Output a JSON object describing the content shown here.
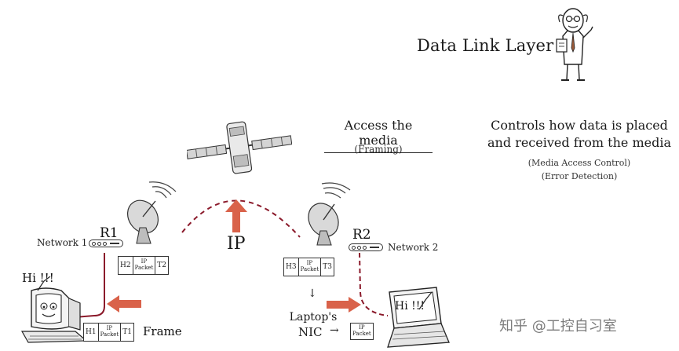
{
  "header": {
    "title": "Data Link Layer"
  },
  "access": {
    "heading": "Access the media",
    "sub": "(Framing)"
  },
  "controls": {
    "line1": "Controls how data is placed",
    "line2": "and received from the media",
    "note1": "(Media Access Control)",
    "note2": "(Error Detection)"
  },
  "center": {
    "ip_label": "IP"
  },
  "left": {
    "router_label": "R1",
    "network_label": "Network 1",
    "speech": "Hi !!!",
    "frame_top": {
      "h": "H2",
      "ip1": "IP",
      "ip2": "Packet",
      "t": "T2"
    },
    "frame_bottom": {
      "h": "H1",
      "ip1": "IP",
      "ip2": "Packet",
      "t": "T1"
    },
    "frame_label": "Frame"
  },
  "right": {
    "router_label": "R2",
    "network_label": "Network 2",
    "speech": "Hi !!!",
    "frame_top": {
      "h": "H3",
      "ip1": "IP",
      "ip2": "Packet",
      "t": "T3"
    },
    "laptop_line1": "Laptop's",
    "laptop_line2": "NIC",
    "nic_packet1": "IP",
    "nic_packet2": "Packet",
    "down_arrow": "↓",
    "right_arrow": "→"
  },
  "watermark": {
    "text": "知乎 @工控自习室"
  },
  "colors": {
    "accent_red": "#8b1a2b",
    "arrow_red": "#d9624a",
    "ink": "#222222"
  }
}
